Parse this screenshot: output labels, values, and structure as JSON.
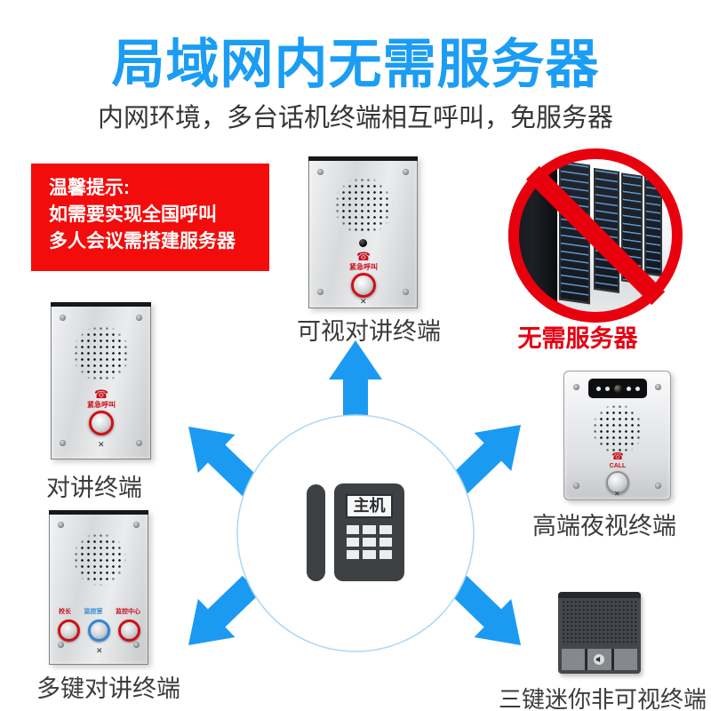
{
  "header": {
    "title": "局域网内无需服务器",
    "subtitle": "内网环境，多台话机终端相互呼叫，免服务器",
    "accent_color": "#1b9df3"
  },
  "tip": {
    "lines": [
      "温馨提示:",
      "如需要实现全国呼叫",
      "多人会议需搭建服务器"
    ],
    "bg_color": "#f40b0b",
    "text_color": "#ffffff"
  },
  "hub": {
    "label": "主机"
  },
  "no_server": {
    "label": "无需服务器",
    "text_color": "#e60012",
    "symbol_color": "#e8000d"
  },
  "devices": {
    "visual_intercom": {
      "label": "可视对讲终端",
      "panel_text": "紧急呼叫"
    },
    "intercom": {
      "label": "对讲终端",
      "panel_text": "紧急呼叫"
    },
    "night_vision": {
      "label": "高端夜视终端",
      "panel_text": "CALL"
    },
    "multi_key": {
      "label": "多键对讲终端",
      "buttons": [
        "校长",
        "监控室",
        "监控中心"
      ]
    },
    "mini": {
      "label": "三键迷你非可视终端"
    }
  },
  "icons": {
    "handset": "☎",
    "mic_holes": "✕"
  },
  "colors": {
    "arrow_blue": "#1b9af2",
    "device_red": "#cf1016"
  }
}
